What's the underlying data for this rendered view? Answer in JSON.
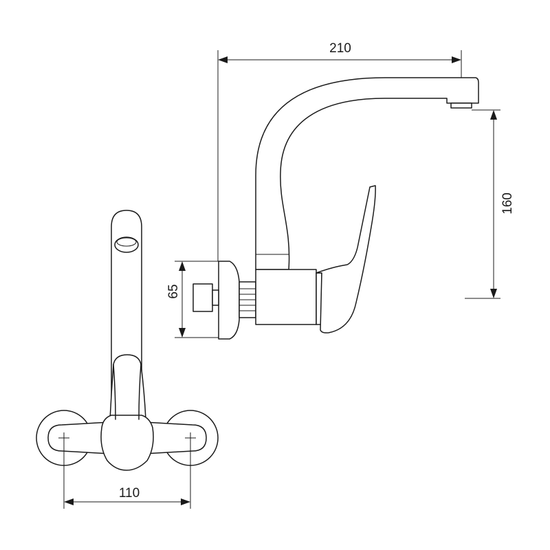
{
  "dimensions": {
    "spout_reach": "210",
    "spout_height": "160",
    "flange_height": "65",
    "inlet_spacing": "110"
  }
}
